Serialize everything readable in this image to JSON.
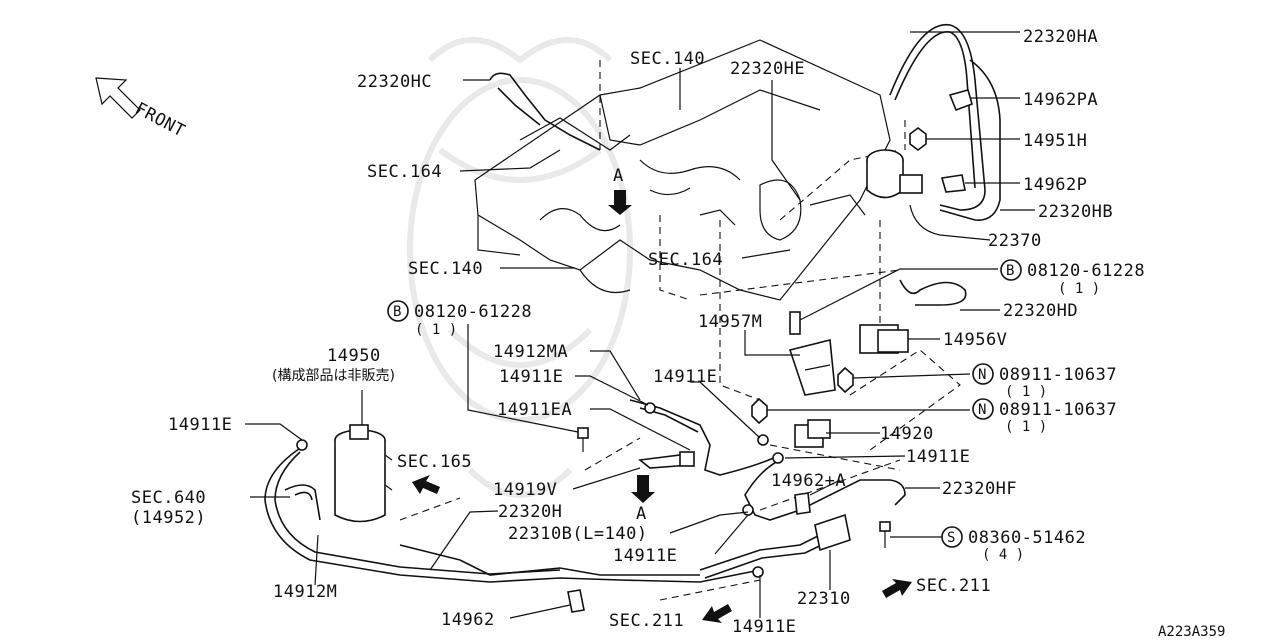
{
  "diagram": {
    "front_label": "FRONT",
    "view_marker": "A",
    "drawing_id": "A223A359",
    "callouts": {
      "c22320HA": "22320HA",
      "c14962PA": "14962PA",
      "c14951H": "14951H",
      "c14962P": "14962P",
      "c22320HB": "22320HB",
      "c22370": "22370",
      "c22320HC": "22320HC",
      "sec140top": "SEC.140",
      "c22320HE": "22320HE",
      "sec164a": "SEC.164",
      "sec140b": "SEC.140",
      "sec164b": "SEC.164",
      "bolt1_no": "08120-61228",
      "bolt1_qty": "( 1 )",
      "bolt2_no": "08120-61228",
      "bolt2_qty": "( 1 )",
      "c22320HD": "22320HD",
      "c14957M": "14957M",
      "c14956V": "14956V",
      "nut1_no": "08911-10637",
      "nut1_qty": "( 1 )",
      "nut2_no": "08911-10637",
      "nut2_qty": "( 1 )",
      "c14950": "14950",
      "c14950_note": "(構成部品は非販売)",
      "c14912MA": "14912MA",
      "c14911E_a": "14911E",
      "c14911E_b": "14911E",
      "c14911EA": "14911EA",
      "c14911E_c": "14911E",
      "c14920": "14920",
      "c14911E_d": "14911E",
      "sec165": "SEC.165",
      "sec640": "SEC.640",
      "sec640_sub": "(14952)",
      "c14919V": "14919V",
      "c14962A": "14962+A",
      "c22320HF": "22320HF",
      "c22320H": "22320H",
      "c22310B": "22310B(L=140)",
      "c14911E_e": "14911E",
      "screw_no": "08360-51462",
      "screw_qty": "( 4 )",
      "c14912M": "14912M",
      "c22310": "22310",
      "sec211a": "SEC.211",
      "sec211b": "SEC.211",
      "c14962": "14962",
      "c14911E_f": "14911E"
    },
    "prefix_marks": {
      "bolt": "B",
      "nut": "N",
      "screw": "S"
    }
  }
}
